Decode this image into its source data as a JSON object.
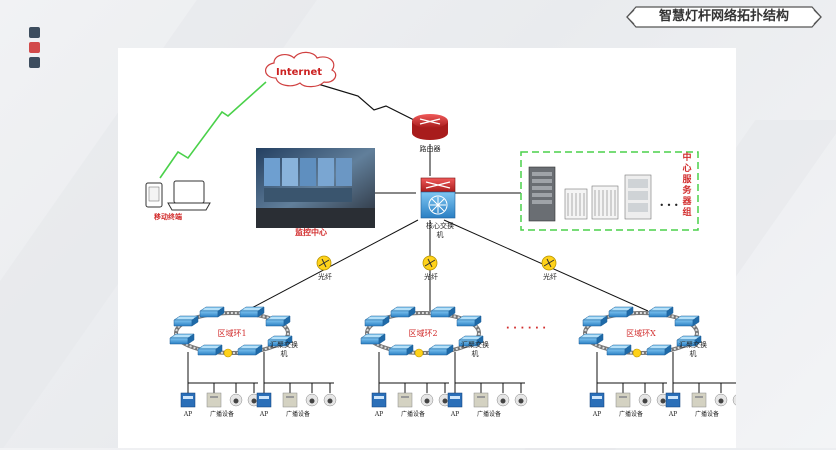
{
  "title": "智慧灯杆网络拓扑结构",
  "colors": {
    "accent_red": "#d22d2d",
    "green_link": "#4ad14a",
    "ring_blue": "#2f8ad6"
  },
  "diagram": {
    "internet": "Internet",
    "router": "路由器",
    "mobile_terminal": "移动终端",
    "monitoring_center": "监控中心",
    "core_switch": [
      "核心交换",
      "机"
    ],
    "server_group": "中心服务器组",
    "fiber": [
      "光纤",
      "光纤",
      "光纤"
    ],
    "rings": [
      "区域环1",
      "区域环2",
      "区域环X"
    ],
    "ring_dots": "· · · · · ·",
    "agg_switch": [
      "汇聚交换",
      "机"
    ],
    "ellipsis": "• • •",
    "ap": "AP",
    "broadcast": "广播设备"
  }
}
